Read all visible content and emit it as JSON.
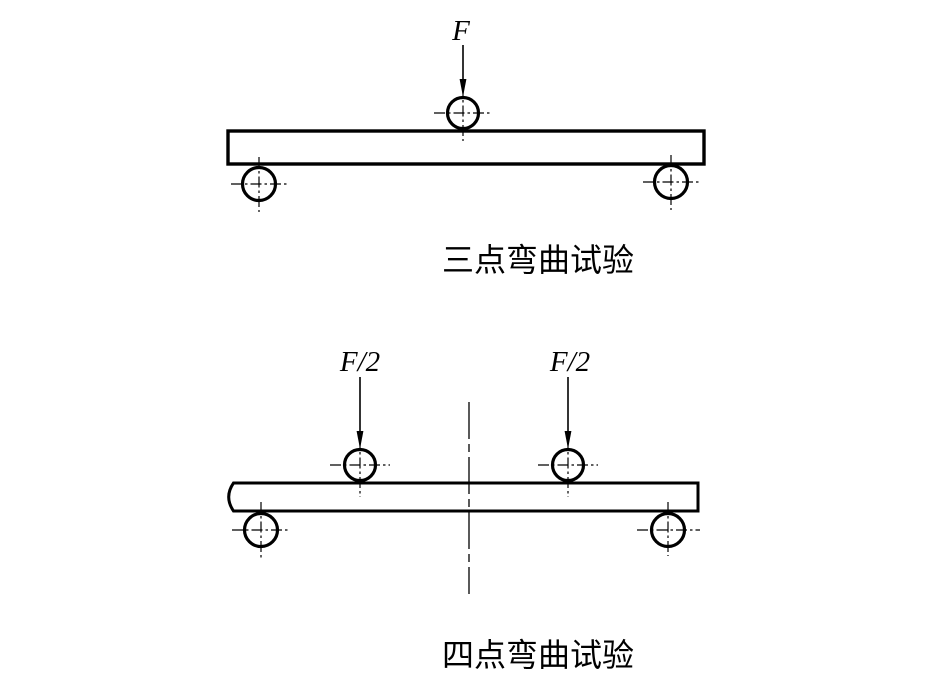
{
  "figure": {
    "background_color": "#ffffff",
    "ink_color": "#000000",
    "diagrams": [
      {
        "caption": "三点弯曲试验",
        "force_labels": [
          "F"
        ]
      },
      {
        "caption": "四点弯曲试验",
        "force_labels": [
          "F/2",
          "F/2"
        ]
      }
    ]
  }
}
